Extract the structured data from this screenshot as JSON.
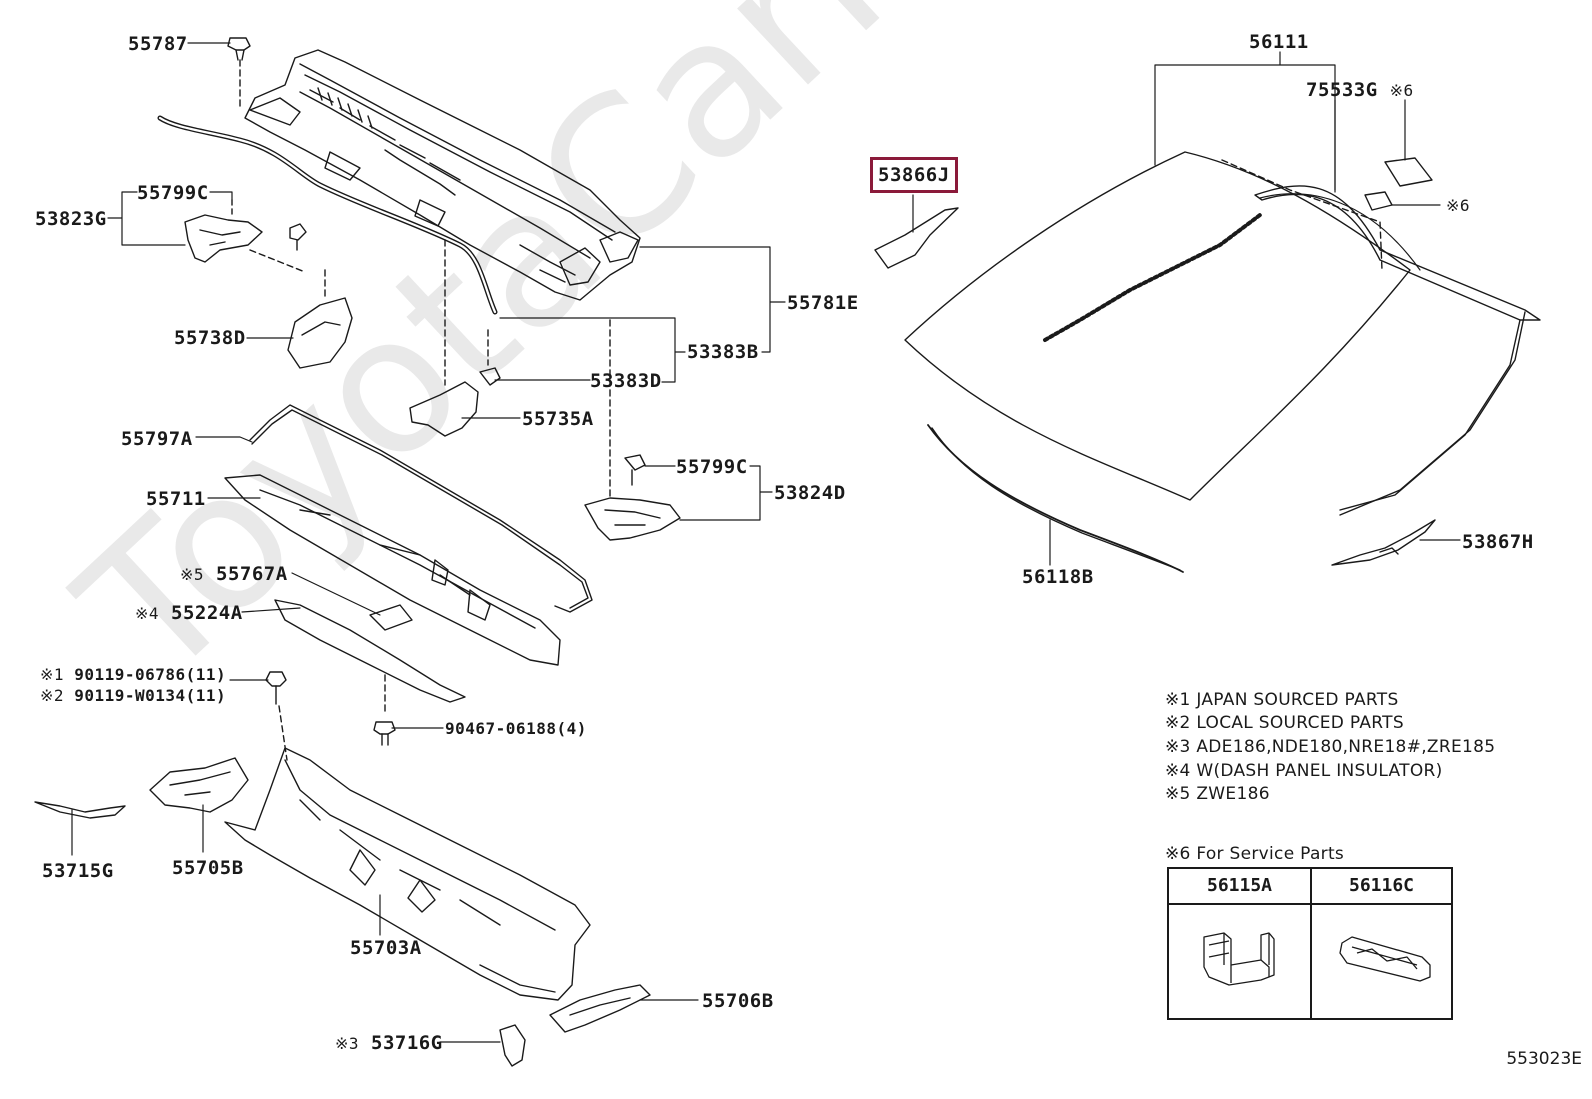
{
  "watermark": "ToyotaCarMine.ru",
  "diagram_code": "553023E",
  "parts": {
    "p55787": "55787",
    "p55799c_top": "55799C",
    "p53823g": "53823G",
    "p55738d": "55738D",
    "p55781e": "55781E",
    "p53383b": "53383B",
    "p53383d": "53383D",
    "p55735a": "55735A",
    "p55797a": "55797A",
    "p55799c_mid": "55799C",
    "p53824d": "53824D",
    "p55711": "55711",
    "p55767a": "55767A",
    "p55767a_mark": "※5",
    "p55224a": "55224A",
    "p55224a_mark": "※4",
    "p90119_1": "90119-06786(11)",
    "p90119_1_mark": "※1",
    "p90119_2": "90119-W0134(11)",
    "p90119_2_mark": "※2",
    "p90467": "90467-06188(4)",
    "p53715g": "53715G",
    "p55705b": "55705B",
    "p55703a": "55703A",
    "p55706b": "55706B",
    "p53716g": "53716G",
    "p53716g_mark": "※3",
    "p56111": "56111",
    "p75533g": "75533G",
    "p75533g_mark": "※6",
    "p_mark6_right": "※6",
    "p53866j": "53866J",
    "p56118b": "56118B",
    "p53867h": "53867H"
  },
  "notes": [
    "※1 JAPAN SOURCED PARTS",
    "※2 LOCAL SOURCED PARTS",
    "※3 ADE186,NDE180,NRE18#,ZRE185",
    "※4 W(DASH PANEL INSULATOR)",
    "※5 ZWE186"
  ],
  "service": {
    "title": "※6 For Service Parts",
    "col1": "56115A",
    "col2": "56116C"
  },
  "colors": {
    "line": "#1a1a1a",
    "highlight": "#8b1a3a",
    "watermark": "#e9e9e9"
  }
}
